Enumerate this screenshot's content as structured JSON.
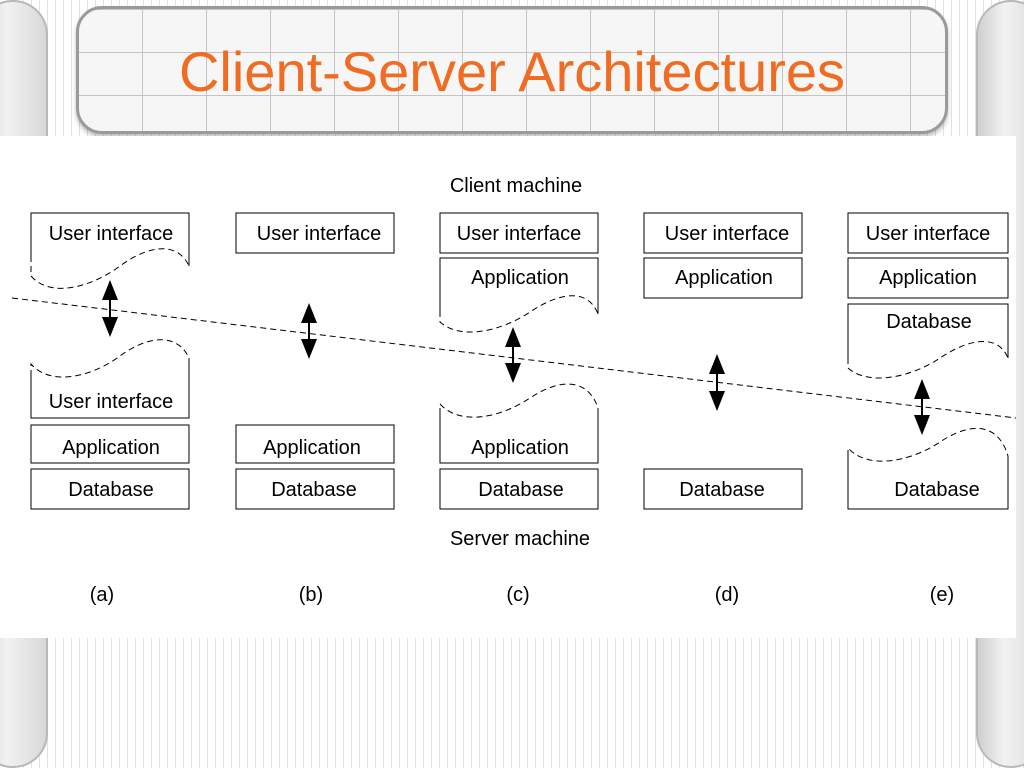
{
  "slide": {
    "title": "Client-Server Architectures"
  },
  "colors": {
    "title": "#f06c22",
    "panel": "#ffffff",
    "ink": "#000000"
  },
  "diagram": {
    "client_label": "Client machine",
    "server_label": "Server machine",
    "columns": [
      {
        "caption": "(a)",
        "client_boxes": [
          "User interface"
        ],
        "server_boxes": [
          "User interface",
          "Application",
          "Database"
        ]
      },
      {
        "caption": "(b)",
        "client_boxes": [
          "User interface"
        ],
        "server_boxes": [
          "Application",
          "Database"
        ]
      },
      {
        "caption": "(c)",
        "client_boxes": [
          "User interface",
          "Application"
        ],
        "server_boxes": [
          "Application",
          "Database"
        ]
      },
      {
        "caption": "(d)",
        "client_boxes": [
          "User interface",
          "Application"
        ],
        "server_boxes": [
          "Database"
        ]
      },
      {
        "caption": "(e)",
        "client_boxes": [
          "User interface",
          "Application",
          "Database"
        ],
        "server_boxes": [
          "Database"
        ]
      }
    ]
  }
}
